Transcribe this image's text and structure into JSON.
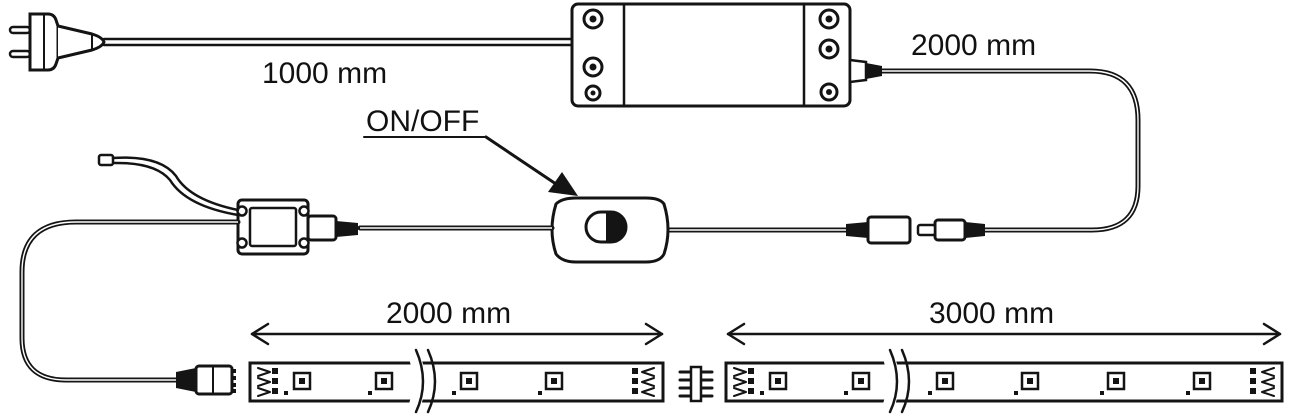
{
  "labels": {
    "mains_cable": "1000 mm",
    "dc_cable": "2000 mm",
    "switch": "ON/OFF",
    "strip_1": "2000 mm",
    "strip_2": "3000 mm"
  },
  "colors": {
    "ink": "#141414",
    "background": "#ffffff"
  },
  "icons": {
    "plug": "euro-plug-icon",
    "transformer": "power-supply-icon",
    "controller": "rgb-controller-icon",
    "switch": "inline-switch-icon",
    "connector": "4-pin-connector-icon",
    "led": "smd-led-icon",
    "break": "length-break-icon"
  }
}
